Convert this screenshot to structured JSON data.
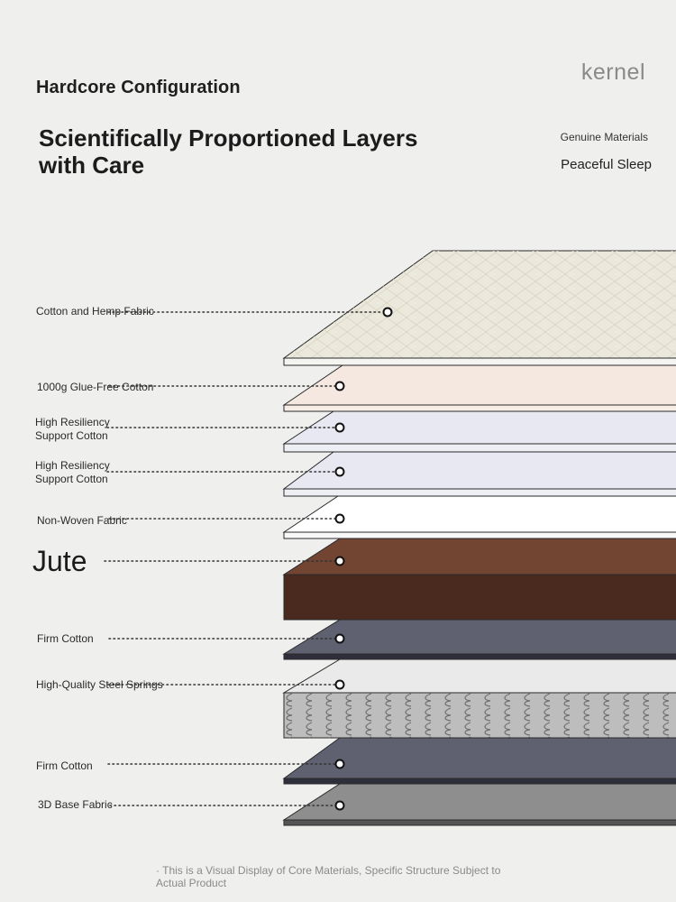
{
  "header": {
    "kicker": "Hardcore Configuration",
    "title_line1": "Scientifically Proportioned Layers",
    "title_line2": "with Care",
    "brand": "kernel",
    "tag_genuine": "Genuine Materials",
    "tag_peaceful": "Peaceful Sleep"
  },
  "layers": [
    {
      "label_lines": [
        "Cotton and Hemp Fabric"
      ],
      "color": "#ebe8dc"
    },
    {
      "label_lines": [
        "1000g Glue-Free Cotton"
      ],
      "color": "#f5e8e0"
    },
    {
      "label_lines": [
        "High Resiliency",
        "Support Cotton"
      ],
      "color": "#e8e8f2"
    },
    {
      "label_lines": [
        "High Resiliency",
        "Support Cotton"
      ],
      "color": "#e8e8f2"
    },
    {
      "label_lines": [
        "Non-Woven Fabric"
      ],
      "color": "#ffffff"
    },
    {
      "label_lines": [
        "Jute"
      ],
      "color": "#724532"
    },
    {
      "label_lines": [
        "Firm Cotton"
      ],
      "color": "#5f6070"
    },
    {
      "label_lines": [
        "High-Quality Steel Springs"
      ],
      "color": "#bdbdbd"
    },
    {
      "label_lines": [
        "Firm Cotton"
      ],
      "color": "#5f6070"
    },
    {
      "label_lines": [
        "3D Base Fabric"
      ],
      "color": "#8e8e8e"
    }
  ],
  "footnote": "· This is a Visual Display of Core Materials, Specific Structure Subject to Actual Product"
}
